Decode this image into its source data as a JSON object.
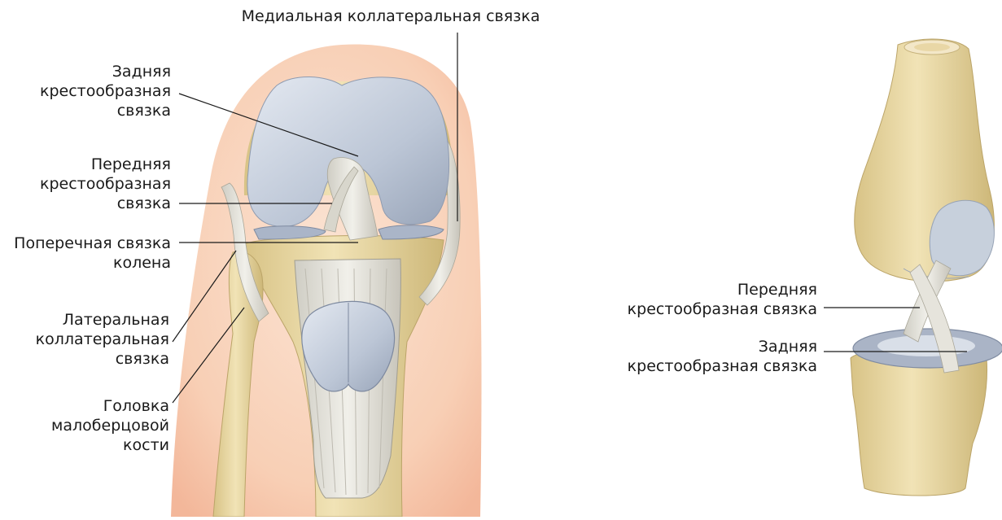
{
  "front_view": {
    "labels": {
      "medial_collateral": "Медиальная коллатеральная связка",
      "posterior_cruciate": "Задняя\nкрестообразная\nсвязка",
      "anterior_cruciate": "Передняя\nкрестообразная\nсвязка",
      "transverse_ligament": "Поперечная связка\nколена",
      "lateral_collateral": "Латеральная\nколлатеральная\nсвязка",
      "fibula_head": "Головка\nмалоберцовой\nкости"
    }
  },
  "side_view": {
    "labels": {
      "anterior_cruciate": "Передняя\nкрестообразная связка",
      "posterior_cruciate": "Задняя\nкрестообразная связка"
    }
  },
  "colors": {
    "skin": "#f6c9b0",
    "bone": "#ead9a6",
    "bone_shadow": "#c9b57a",
    "cartilage": "#b9c3d2",
    "ligament": "#e4e2da",
    "line": "#1a1a1a"
  }
}
